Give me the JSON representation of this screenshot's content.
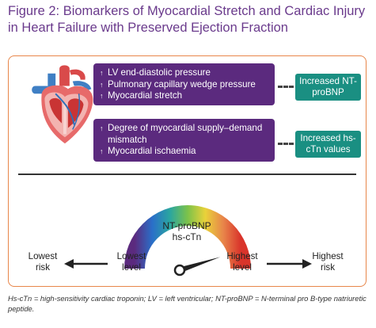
{
  "figure": {
    "title": "Figure 2: Biomarkers of Myocardial Stretch and Cardiac Injury in Heart Failure with Preserved Ejection Fraction"
  },
  "mechanisms": {
    "group1": {
      "items": [
        "LV end-diastolic pressure",
        "Pulmonary capillary wedge pressure",
        "Myocardial stretch"
      ],
      "result": "Increased NT-proBNP"
    },
    "group2": {
      "items": [
        "Degree of myocardial supply–demand mismatch",
        "Myocardial ischaemia"
      ],
      "result": "Increased hs-cTn values"
    },
    "arrow_glyph": "↑"
  },
  "gauge": {
    "center_label_1": "NT-proBNP",
    "center_label_2": "hs-cTn",
    "lowest_level": "Lowest level",
    "highest_level": "Highest level",
    "lowest_risk": "Lowest risk",
    "highest_risk": "Highest risk",
    "needle_level": 0.9,
    "gradient_colors": [
      "#5b2a7e",
      "#2a6fc9",
      "#2aa6a0",
      "#7cc24a",
      "#e9d23a",
      "#e8864a",
      "#d9342b"
    ]
  },
  "colors": {
    "title": "#6a3a8c",
    "panel_border": "#e8864a",
    "purple_box": "#5b2a7e",
    "teal_box": "#1a8f82"
  },
  "footnote": "Hs-cTn = high-sensitivity cardiac troponin; LV = left ventricular; NT-proBNP = N-terminal pro B-type natriuretic peptide."
}
